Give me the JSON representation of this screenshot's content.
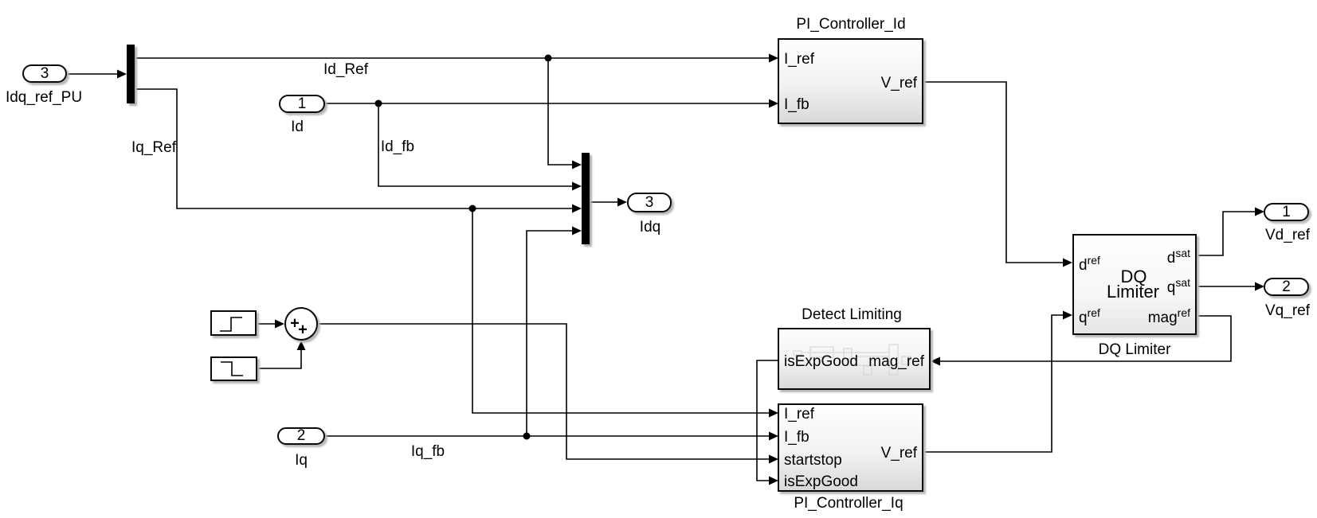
{
  "canvas": {
    "background": "#ffffff",
    "wire_color": "#000000",
    "block_border_color": "#0a0a0a",
    "block_fill_top": "#fefefe",
    "block_fill_bottom": "#d9d9d9",
    "shadow_color": "#b8b8b8",
    "preview_sketch_color": "#d8d8d8"
  },
  "inports": [
    {
      "number": "3",
      "label": "Idq_ref_PU"
    },
    {
      "number": "1",
      "label": "Id"
    },
    {
      "number": "2",
      "label": "Iq"
    }
  ],
  "outports": [
    {
      "number": "3",
      "label": "Idq"
    },
    {
      "number": "1",
      "label": "Vd_ref"
    },
    {
      "number": "2",
      "label": "Vq_ref"
    }
  ],
  "signal_labels": {
    "id_ref": "Id_Ref",
    "iq_ref": "Iq_Ref",
    "id_fb": "Id_fb",
    "iq_fb": "Iq_fb"
  },
  "pi_controller_id": {
    "title": "PI_Controller_Id",
    "in1": "I_ref",
    "in2": "I_fb",
    "out1": "V_ref"
  },
  "pi_controller_iq": {
    "title": "PI_Controller_Iq",
    "in1": "I_ref",
    "in2": "I_fb",
    "in3": "startstop",
    "in4": "isExpGood",
    "out1": "V_ref"
  },
  "detect_limiting": {
    "title": "Detect Limiting",
    "left_port": "isExpGood",
    "right_port": "mag_ref"
  },
  "dq_limiter": {
    "label": "DQ Limiter",
    "name_line1": "DQ",
    "name_line2": "Limiter",
    "in1": {
      "base": "d",
      "sup": "ref"
    },
    "in2": {
      "base": "q",
      "sup": "ref"
    },
    "out1": {
      "base": "d",
      "sup": "sat"
    },
    "out2": {
      "base": "q",
      "sup": "sat"
    },
    "out3": {
      "base": "mag",
      "sup": "ref"
    }
  },
  "sum_block": {
    "sign_input1": "+",
    "sign_input2": "+"
  }
}
